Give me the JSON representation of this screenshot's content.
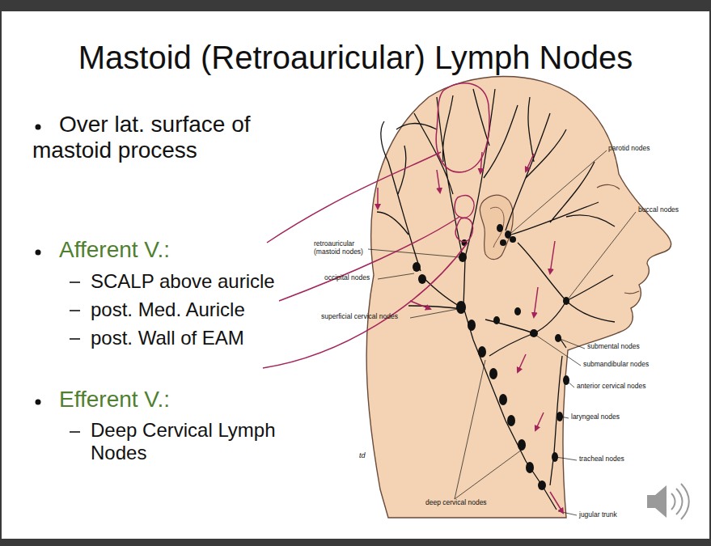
{
  "diagram": {
    "title": "Mastoid (Retroauricular) Lymph Nodes",
    "labels": [
      "Over lat. surface of mastoid process",
      "Afferent V.:",
      "SCALP above auricle",
      "post. Med. Auricle",
      "post. Wall of EAM",
      "Efferent V.:",
      "Deep Cervical Lymph Nodes",
      "parotid nodes",
      "buccal nodes",
      "retroauricular (mastoid nodes)",
      "occipital nodes",
      "superficial cervical nodes",
      "submental nodes",
      "submandibular nodes",
      "anterior cervical nodes",
      "laryngeal nodes",
      "tracheal nodes",
      "deep cervical nodes",
      "jugular trunk",
      "td"
    ]
  }
}
